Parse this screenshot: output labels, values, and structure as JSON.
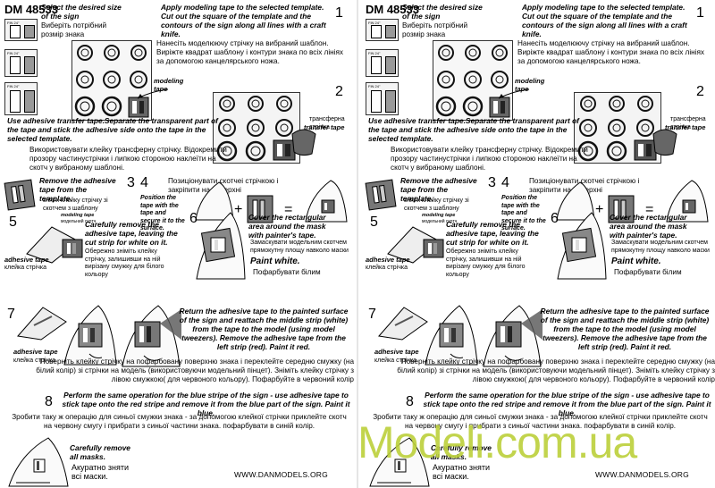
{
  "doc": {
    "code": "DM 48533",
    "url": "WWW.DANMODELS.ORG",
    "sheet_label": "FIN 24\""
  },
  "select": {
    "en": "Select the desired size of the sign",
    "uk": "Виберіть потрібний розмір знака"
  },
  "step1": {
    "num": "1",
    "en": "Apply modeling tape to the selected template. Cut out the square of the template and the contours of the sign along all lines with a craft knife.",
    "uk": "Нанесіть моделюючу стрічку на вибраний шаблон. Виріжте квадрат шаблону і контури знака по всіх лініях за допомогою канцелярського ножа."
  },
  "step2": {
    "num": "2",
    "label_modeling": "modeling tape",
    "label_transfer_uk": "трансферна стрічка",
    "label_transfer": "transfer tape",
    "en": "Use adhesive transfer tape.Separate the transparent part of the tape and stick the adhesive side onto the tape in the selected template.",
    "uk": "Використовувати клейку трансферну стрічку. Відокремити прозору частинустрічки і липкою стороною наклеїти на скотч у вибраному шаблоні."
  },
  "step3": {
    "num": "3",
    "en": "Remove the adhesive tape from the template.",
    "uk": "зняти клейку стрічку зі скотчем з шаблону"
  },
  "step4": {
    "num": "4",
    "uk": "Позиціонувати скотчеі стрічкою і закріпити на поверхні",
    "en": "Position the tape with the tape and secure it to the surface.",
    "plus": "+",
    "eq": "="
  },
  "step5": {
    "num": "5",
    "label_modeling": "modeling tape",
    "label_modeling_uk": "модельний скотч",
    "label_adhesive": "adhesive tape",
    "label_adhesive_uk": "клейка стрічка",
    "en": "Carefully remove the adhesive tape, leaving the cut strip for white on it.",
    "uk": "Обережно зніміть клейку стрічку, залишивши на ній вирізану смужку для білого кольору"
  },
  "step6": {
    "num": "6",
    "en": "Cover the rectangular area around the mask with painter's tape.",
    "uk": "Замаскувати модельним скотчем прямокутну площу навколо маски",
    "paint_en": "Paint white.",
    "paint_uk": "Пофарбувати білим"
  },
  "step7": {
    "num": "7",
    "label_adhesive": "adhesive tape",
    "label_adhesive_uk": "клейка стрічка",
    "en": "Return the adhesive tape to the painted surface of the sign and reattach the middle strip (white) from the tape to the model (using model tweezers). Remove the adhesive tape from the left strip (red). Paint it red.",
    "uk": "Поверніть клейку стрічку на пофарбовану поверхню знака і переклейте середню смужку (на білий колір) зі стрічки на модель (використовуючи модельний пінцет). Зніміть клейку стрічку з лівою смужкою( для червоного кольору). Пофарбуйте в червоний колір"
  },
  "step8": {
    "num": "8",
    "en": "Perform the same operation for the blue stripe of the sign - use adhesive tape to stick tape onto the red stripe and remove it from the blue part of the sign. Paint it blue.",
    "uk": "Зробити таку ж операцію для синьої смужки знака - за допомогою клейкої стрічки приклейте скотч на червону смугу і прибрати з синьої частини знака. пофарбувати в синій колір."
  },
  "final": {
    "en": "Carefully remove all masks.",
    "uk": "Акуратно зняти всі маски."
  },
  "watermark": "Modeli.com.ua"
}
